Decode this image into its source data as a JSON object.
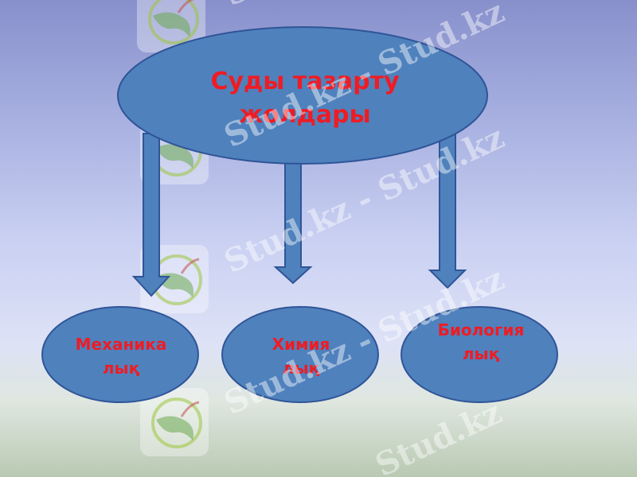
{
  "watermark": {
    "text": "Stud.kz - Stud.kz",
    "text_short": "Stud.kz",
    "opacity_note": "semi-transparent white",
    "icon": "hummingbird-logo-icon"
  },
  "colors": {
    "node_fill": "#4f81bd",
    "node_stroke": "#2f5597",
    "label_red": "#ee1c24",
    "arrow_fill": "#4f81bd"
  },
  "diagram": {
    "title_line1": "Суды тазарту",
    "title_line2": "жолдары",
    "children": [
      {
        "line1": "Механика",
        "line2": "лық"
      },
      {
        "line1": "Химия",
        "line2": "лық"
      },
      {
        "line1": "Биология",
        "line2": "лық"
      }
    ]
  }
}
